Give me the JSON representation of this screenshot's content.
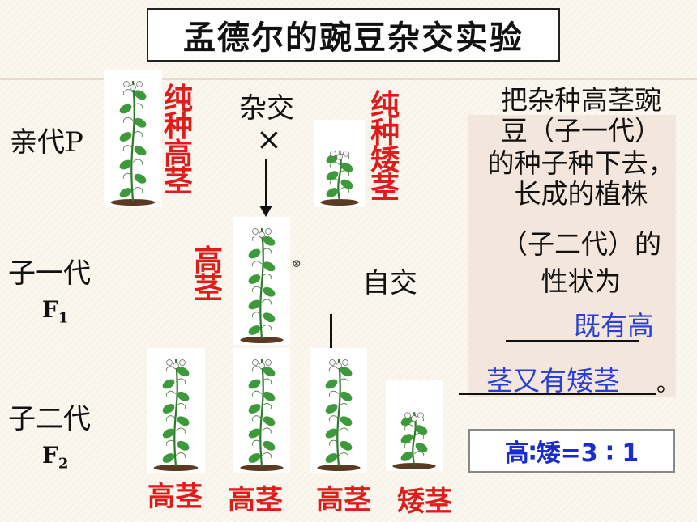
{
  "title": "孟德尔的豌豆杂交实验",
  "generations": {
    "p_label": "亲代P",
    "f1_label": "子一代",
    "f1_sub": "F",
    "f1_sub_num": "1",
    "f2_label": "子二代",
    "f2_sub": "F",
    "f2_sub_num": "2"
  },
  "parents": {
    "tall_pure_chars": [
      "纯",
      "种",
      "高",
      "茎"
    ],
    "dwarf_pure_chars": [
      "纯",
      "种",
      "矮",
      "茎"
    ],
    "cross_label": "杂交",
    "cross_symbol": "×"
  },
  "f1": {
    "label_chars": [
      "高",
      "茎"
    ],
    "self_label": "自交",
    "small_mark": "⊗"
  },
  "f2": {
    "captions": [
      "高茎",
      "高茎",
      "高茎",
      "矮茎"
    ]
  },
  "question": {
    "lines": [
      "把杂种高茎豌",
      "豆（子一代）",
      "的种子种下去，",
      "长成的植株",
      "（子二代）的",
      "性状为"
    ],
    "answer_part1": "既有高",
    "answer_part2": "茎又有矮茎",
    "end_punct": "。"
  },
  "ratio": "高∶矮=3 ∶ 1",
  "colors": {
    "red": "#e01b1b",
    "blue": "#2a3fd4",
    "plant_green": "#3c9a3a"
  }
}
